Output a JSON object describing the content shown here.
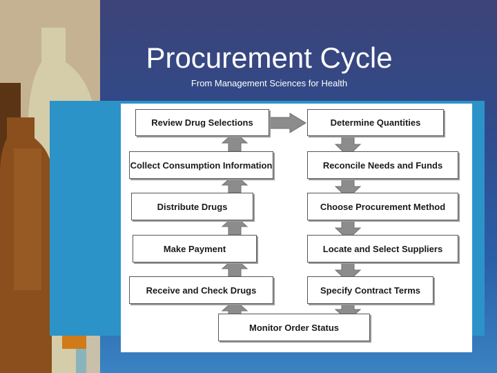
{
  "slide": {
    "title": "Procurement Cycle",
    "subtitle": "From Management Sciences for Health"
  },
  "diagram": {
    "left_column": [
      "Review Drug Selections",
      "Collect Consumption Information",
      "Distribute Drugs",
      "Make Payment",
      "Receive and Check Drugs"
    ],
    "right_column": [
      "Determine Quantities",
      "Reconcile Needs and Funds",
      "Choose Procurement Method",
      "Locate and Select Suppliers",
      "Specify Contract Terms"
    ],
    "bottom": "Monitor Order Status",
    "colors": {
      "arrow": "#8c8c8c",
      "box_border": "#555555",
      "band": "#2c93c9"
    }
  }
}
